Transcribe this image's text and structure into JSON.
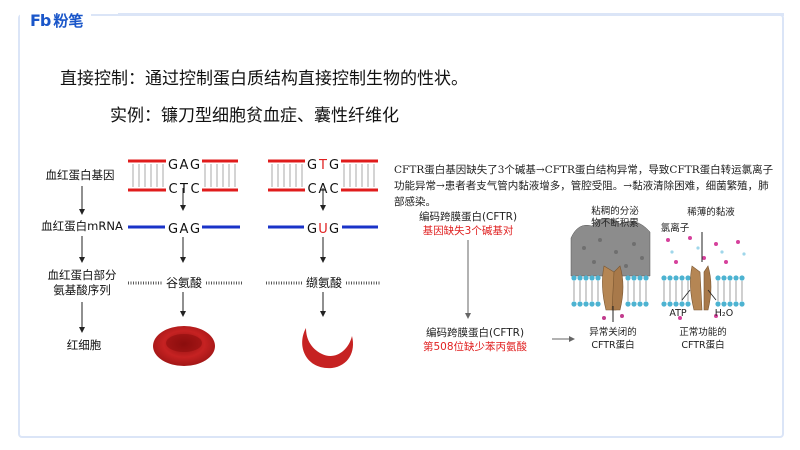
{
  "brand": {
    "mark": "Fb",
    "name": "粉笔"
  },
  "heading": {
    "line1": "直接控制：通过控制蛋白质结构直接控制生物的性状。",
    "line2": "实例：镰刀型细胞贫血症、囊性纤维化"
  },
  "left_labels": {
    "gene": "血红蛋白基因",
    "mrna": "血红蛋白mRNA",
    "aa_line1": "血红蛋白部分",
    "aa_line2": "氨基酸序列",
    "cell": "红细胞"
  },
  "normal": {
    "dna_top": [
      "G",
      "A",
      "G"
    ],
    "dna_bottom": [
      "C",
      "T",
      "C"
    ],
    "mrna": [
      "G",
      "A",
      "G"
    ],
    "amino_acid": "谷氨酸"
  },
  "mutant": {
    "dna_top": [
      "G",
      "T",
      "G"
    ],
    "dna_bottom": [
      "C",
      "A",
      "C"
    ],
    "mrna": [
      "G",
      "U",
      "G"
    ],
    "amino_acid": "缬氨酸"
  },
  "cftr_paragraph": "CFTR蛋白基因缺失了3个碱基→CFTR蛋白结构异常，导致CFTR蛋白转运氯离子功能异常→患者者支气管内黏液增多，管腔受阻。→黏液清除困难，细菌繁殖，肺部感染。",
  "flow": {
    "top_line1": "编码跨膜蛋白(CFTR)",
    "top_line2": "基因缺失3个碱基对",
    "bottom_line1": "编码跨膜蛋白(CFTR)",
    "bottom_line2": "第508位缺少苯丙氨酸"
  },
  "membrane": {
    "mucus_thick_1": "粘稠的分泌",
    "mucus_thick_2": "物不断积累",
    "mucus_thin": "稀薄的黏液",
    "chloride": "氯离子",
    "atp": "ATP",
    "water": "H₂O",
    "abnormal_1": "异常关闭的",
    "abnormal_2": "CFTR蛋白",
    "normal_1": "正常功能的",
    "normal_2": "CFTR蛋白"
  },
  "colors": {
    "brand": "#1a56c9",
    "dna_red": "#e01c1c",
    "mrna_blue": "#1a33c8",
    "highlight": "#e02020",
    "blood": "#b81e1e",
    "protein": "#b58654"
  }
}
